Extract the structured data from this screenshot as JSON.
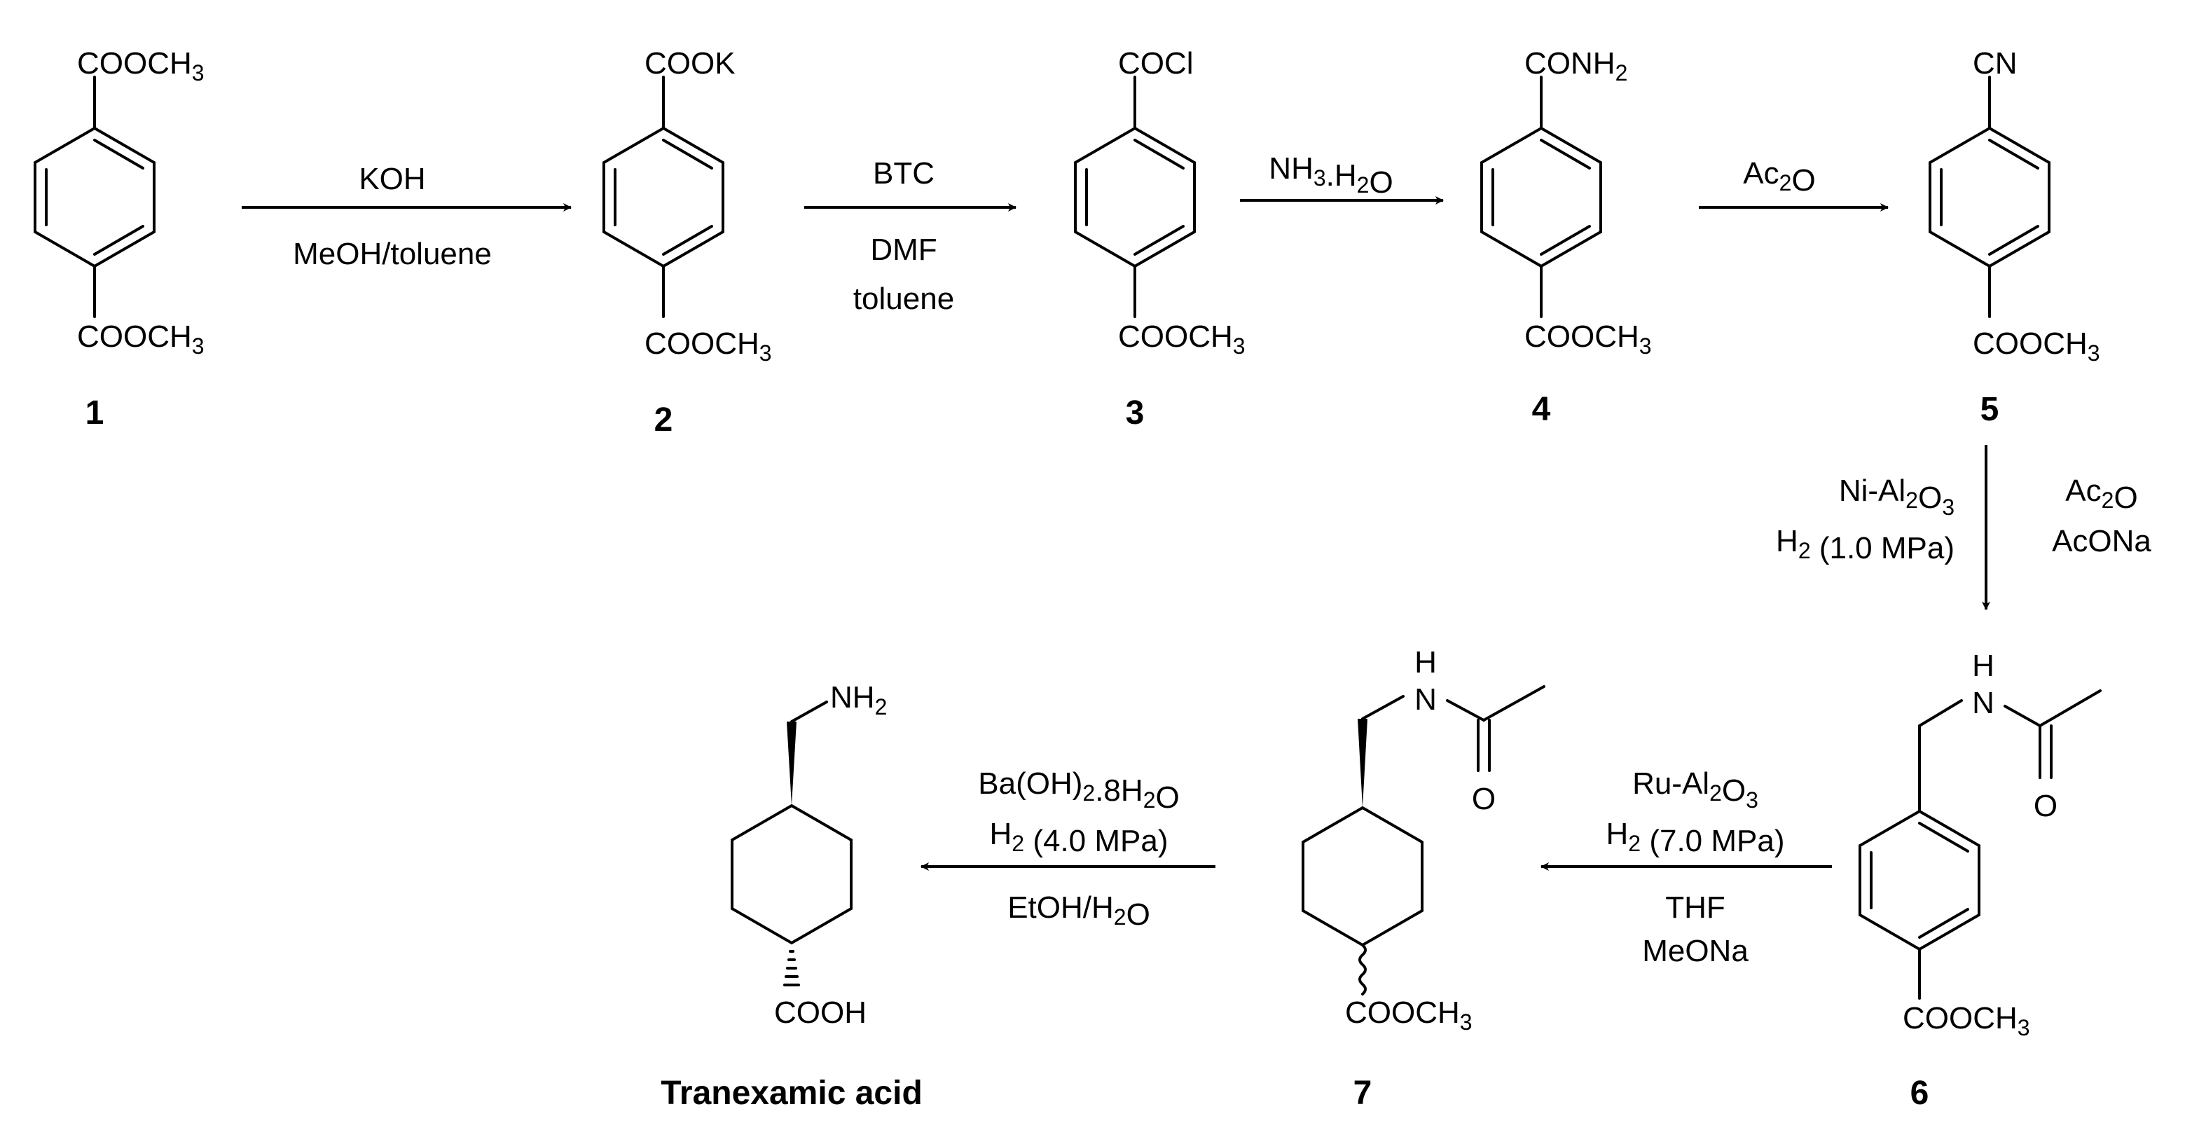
{
  "diagram": {
    "compounds": {
      "c1": {
        "number": "1",
        "top": "COOCH3",
        "bottom": "COOCH3"
      },
      "c2": {
        "number": "2",
        "top": "COOK",
        "bottom": "COOCH3"
      },
      "c3": {
        "number": "3",
        "top": "COCl",
        "bottom": "COOCH3"
      },
      "c4": {
        "number": "4",
        "top": "CONH2",
        "bottom": "COOCH3"
      },
      "c5": {
        "number": "5",
        "top": "CN",
        "bottom": "COOCH3"
      },
      "c6": {
        "number": "6",
        "nh": "H",
        "n": "N",
        "o": "O",
        "bottom": "COOCH3"
      },
      "c7": {
        "number": "7",
        "nh": "H",
        "n": "N",
        "o": "O",
        "bottom": "COOCH3"
      },
      "tranexamic": {
        "name": "Tranexamic acid",
        "top": "NH2",
        "bottom": "COOH"
      }
    },
    "steps": {
      "s1": {
        "above": "KOH",
        "below": "MeOH/toluene"
      },
      "s2": {
        "above": "BTC",
        "below1": "DMF",
        "below2": "toluene"
      },
      "s3": {
        "above": "NH3.H2O"
      },
      "s4": {
        "above": "Ac2O"
      },
      "s5": {
        "left1": "Ni-Al2O3",
        "left2": "H2 (1.0 MPa)",
        "right1": "Ac2O",
        "right2": "AcONa"
      },
      "s6": {
        "above1": "Ru-Al2O3",
        "above2": "H2 (7.0 MPa)",
        "below1": "THF",
        "below2": "MeONa"
      },
      "s7": {
        "above1": "Ba(OH)2.8H2O",
        "above2": "H2 (4.0 MPa)",
        "below1": "EtOH/H2O"
      }
    }
  }
}
